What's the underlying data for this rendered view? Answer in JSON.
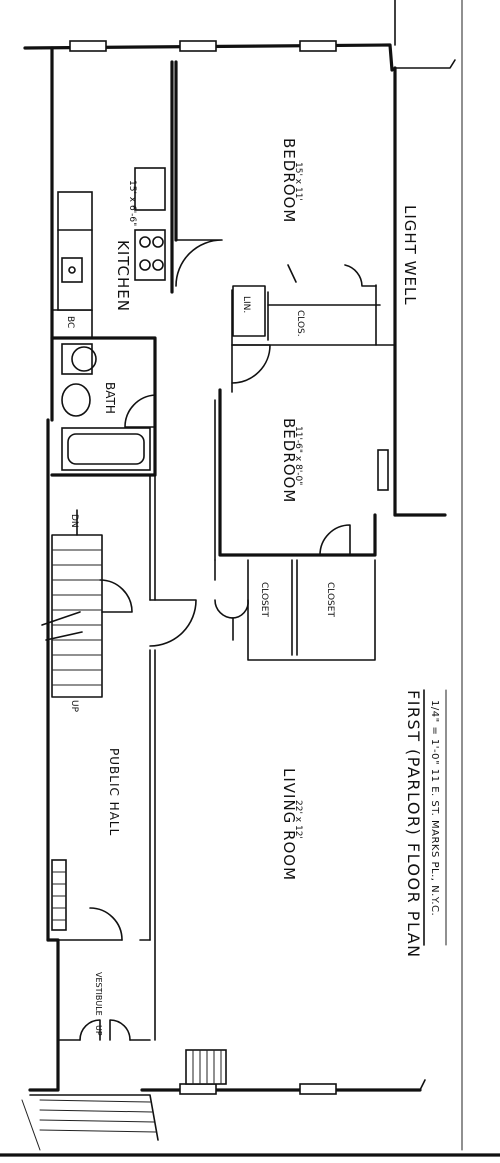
{
  "plan": {
    "title": "FIRST (PARLOR) FLOOR PLAN",
    "subtitle": "1/4\" = 1'-0\"    11 E. ST. MARKS PL., N.Y.C.",
    "light_well": "LIGHT WELL",
    "rooms": {
      "kitchen": {
        "name": "KITCHEN",
        "size": "15' x 6'-6\""
      },
      "bedroom_main": {
        "name": "BEDROOM",
        "size": "15' x 11'"
      },
      "bedroom_small": {
        "name": "BEDROOM",
        "size": "11'-6\" x 8'-0\""
      },
      "bath": {
        "name": "BATH"
      },
      "living_room": {
        "name": "LIVING ROOM",
        "size": "22' x 12'"
      },
      "public_hall": {
        "name": "PUBLIC HALL"
      },
      "vestibule": {
        "name": "VESTIBULE"
      },
      "closet_a": {
        "name": "CLOSET"
      },
      "closet_b": {
        "name": "CLOSET"
      },
      "clos": {
        "name": "CLOS."
      },
      "linen": {
        "name": "LIN."
      },
      "bc": {
        "name": "BC"
      }
    },
    "stair_marks": {
      "dn": "DN",
      "up": "UP",
      "vestibule_up": "UP"
    }
  }
}
